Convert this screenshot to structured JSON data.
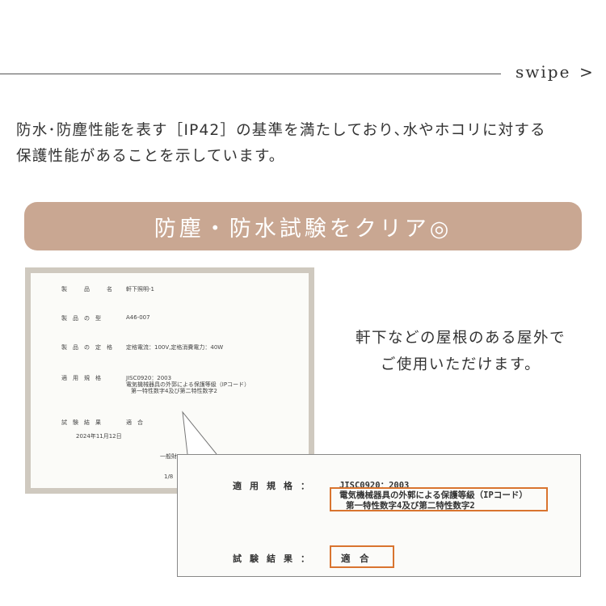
{
  "swipe": {
    "label": "swipe",
    "arrow": ">"
  },
  "intro": {
    "line1": "防水･防塵性能を表す［IP42］の基準を満たしており､水やホコリに対する",
    "line2": "保護性能があることを示しています。"
  },
  "banner": {
    "text": "防塵・防水試験をクリア◎"
  },
  "certificate": {
    "rows": [
      {
        "label": "製　品　名",
        "value": "軒下照明-1"
      },
      {
        "label": "製品の型",
        "value": "A46-007"
      },
      {
        "label": "製品の定格",
        "value": "定格電流：100V,定格消費電力：40W"
      },
      {
        "label": "適用規格",
        "value": "JISC0920：2003"
      }
    ],
    "standard_line2": "電気機械器具の外郭による保護等級（IPコード）",
    "standard_line3": "第一特性数字4及び第二特性数字2",
    "result_label": "試験結果",
    "result_value": "適　合",
    "date": "2024年11月12日",
    "issuer_fragment": "一般財",
    "page_fragment": "1/8"
  },
  "caption": {
    "line1": "軒下などの屋根のある屋外で",
    "line2": "ご使用いただけます。"
  },
  "zoom": {
    "standard_label": "適用規格：",
    "standard_value": "JISC0920：2003",
    "standard_line2": "電気機械器具の外郭による保護等級（IPコード）",
    "standard_line3": "第一特性数字4及び第二特性数字2",
    "result_label": "試験結果：",
    "result_value": "適　合"
  },
  "colors": {
    "banner": "#c9a792",
    "highlight": "#d9742f",
    "frame": "#cfc9bf"
  }
}
